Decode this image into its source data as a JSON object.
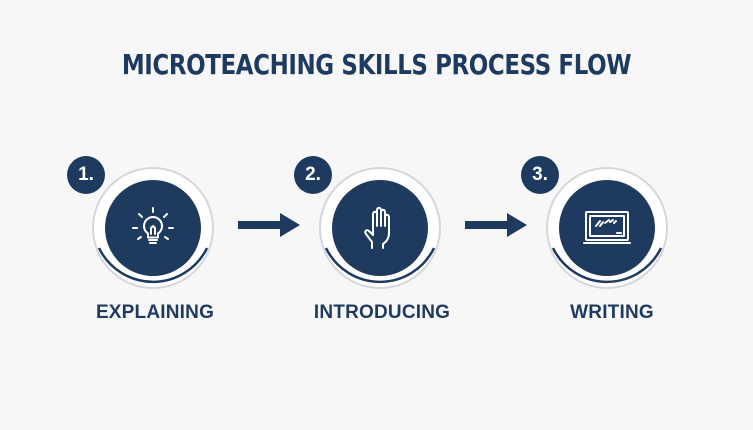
{
  "title": "MICROTEACHING SKILLS PROCESS FLOW",
  "colors": {
    "primary": "#1f3a5f",
    "ring": "#9aa3ad",
    "background": "#f7f7f8",
    "icon": "#ffffff"
  },
  "steps": [
    {
      "number": "1.",
      "label": "EXPLAINING",
      "icon": "lightbulb-icon"
    },
    {
      "number": "2.",
      "label": "INTRODUCING",
      "icon": "raised-hand-icon"
    },
    {
      "number": "3.",
      "label": "WRITING",
      "icon": "blackboard-icon"
    }
  ],
  "connectors": [
    "arrow-right-icon",
    "arrow-right-icon"
  ]
}
